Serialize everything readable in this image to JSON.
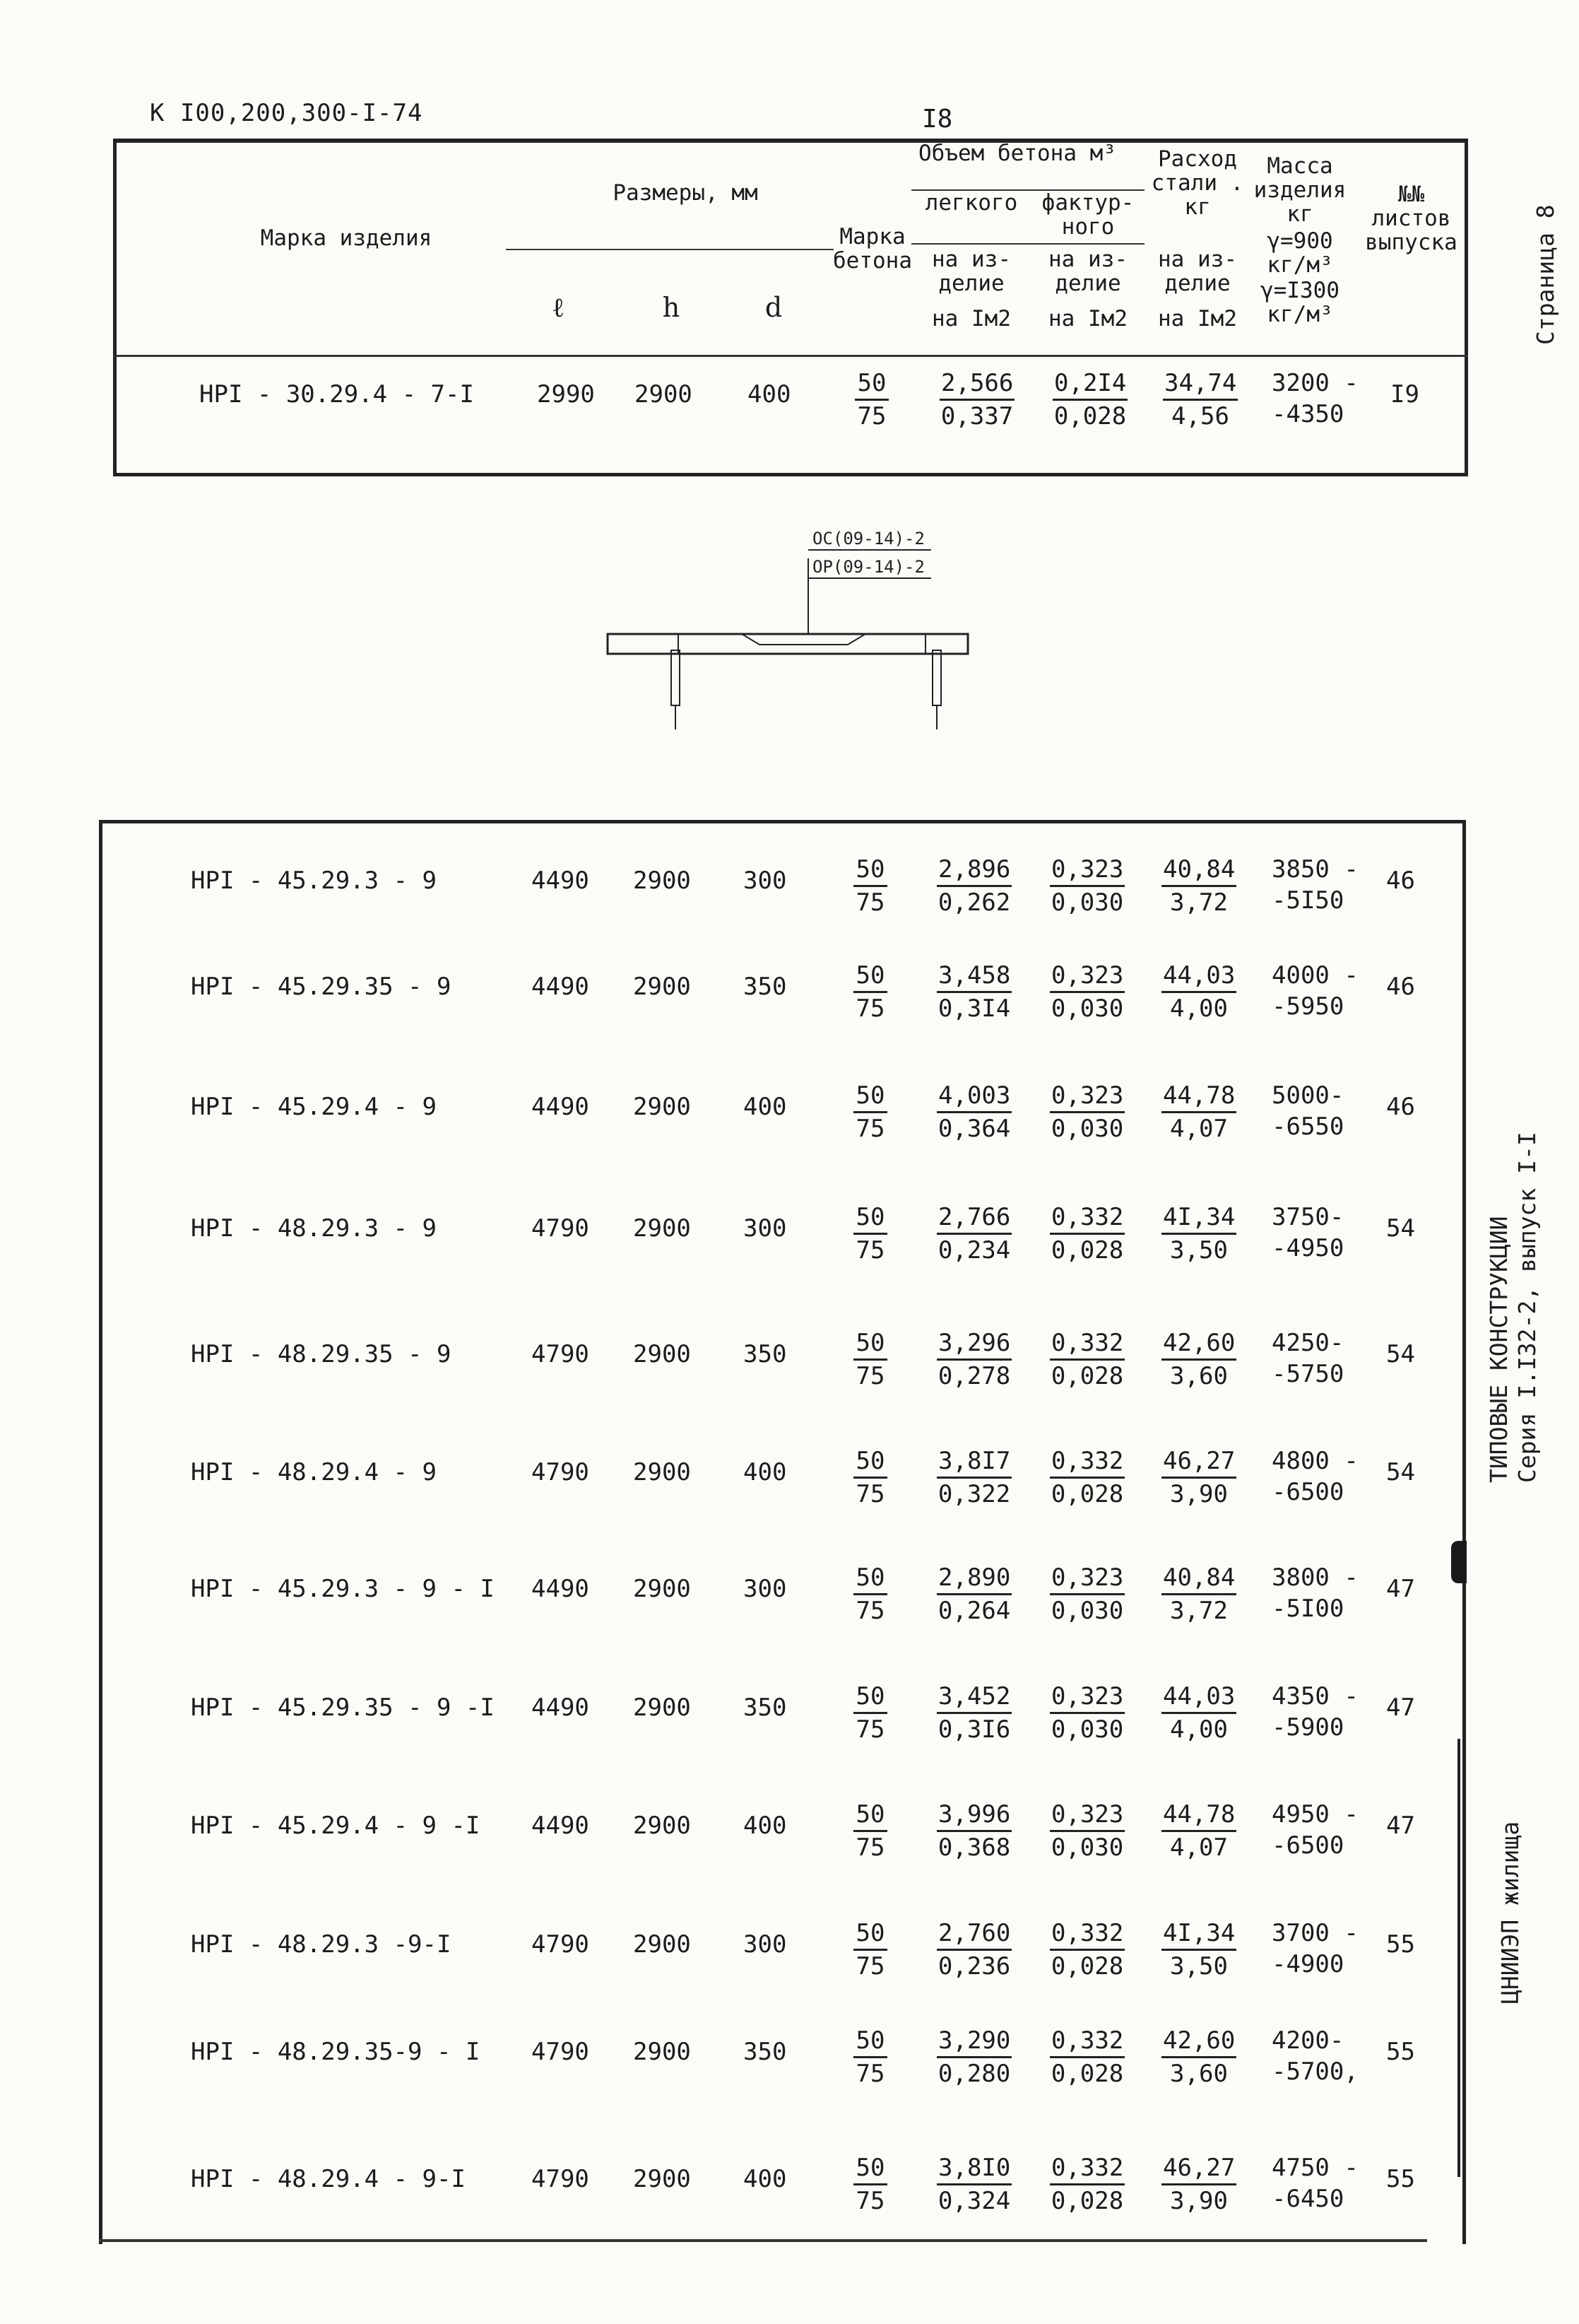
{
  "header": {
    "doc_code": "К I00,200,300-I-74",
    "page_number": "I8"
  },
  "table_head": {
    "mark": "Марка изделия",
    "dimensions": "Размеры, мм",
    "dim_l": "ℓ",
    "dim_h": "h",
    "dim_d": "d",
    "concrete_grade": "Марка бетона",
    "volume": "Объем бетона м³",
    "light": "легкого",
    "facing": "фактур- ного",
    "steel": "Расход стали . кг",
    "mass": "Масса изделия кг",
    "mass_g1": "γ=900 кг/м³",
    "mass_g2": "γ=I300 кг/м³",
    "sheets": "№№ листов выпуска",
    "per_item_1": "на из- делие",
    "per_item_2": "на из- делие",
    "per_item_3": "на из- делие",
    "per_m2_1": "на Iм2",
    "per_m2_2": "на Iм2",
    "per_m2_3": "на Iм2"
  },
  "top_row": {
    "mark": "НРI - 30.29.4 - 7-I",
    "l": "2990",
    "h": "2900",
    "d": "400",
    "grade_top": "50",
    "grade_bot": "75",
    "light_top": "2,566",
    "light_bot": "0,337",
    "facing_top": "0,2I4",
    "facing_bot": "0,028",
    "steel_top": "34,74",
    "steel_bot": "4,56",
    "mass_top": "3200 -",
    "mass_bot": "-4350",
    "sheet": "I9"
  },
  "drawing": {
    "label1": "ОС(09-14)-2",
    "label2": "ОР(09-14)-2"
  },
  "rows": [
    {
      "mark": "НРI - 45.29.3 - 9",
      "l": "4490",
      "h": "2900",
      "d": "300",
      "grade_top": "50",
      "grade_bot": "75",
      "light_top": "2,896",
      "light_bot": "0,262",
      "facing_top": "0,323",
      "facing_bot": "0,030",
      "steel_top": "40,84",
      "steel_bot": "3,72",
      "mass_top": "3850 -",
      "mass_bot": "-5I50",
      "sheet": "46"
    },
    {
      "mark": "НРI - 45.29.35 - 9",
      "l": "4490",
      "h": "2900",
      "d": "350",
      "grade_top": "50",
      "grade_bot": "75",
      "light_top": "3,458",
      "light_bot": "0,3I4",
      "facing_top": "0,323",
      "facing_bot": "0,030",
      "steel_top": "44,03",
      "steel_bot": "4,00",
      "mass_top": "4000 -",
      "mass_bot": "-5950",
      "sheet": "46"
    },
    {
      "mark": "НРI - 45.29.4 - 9",
      "l": "4490",
      "h": "2900",
      "d": "400",
      "grade_top": "50",
      "grade_bot": "75",
      "light_top": "4,003",
      "light_bot": "0,364",
      "facing_top": "0,323",
      "facing_bot": "0,030",
      "steel_top": "44,78",
      "steel_bot": "4,07",
      "mass_top": "5000-",
      "mass_bot": "-6550",
      "sheet": "46"
    },
    {
      "mark": "НРI - 48.29.3 - 9",
      "l": "4790",
      "h": "2900",
      "d": "300",
      "grade_top": "50",
      "grade_bot": "75",
      "light_top": "2,766",
      "light_bot": "0,234",
      "facing_top": "0,332",
      "facing_bot": "0,028",
      "steel_top": "4I,34",
      "steel_bot": "3,50",
      "mass_top": "3750-",
      "mass_bot": "-4950",
      "sheet": "54"
    },
    {
      "mark": "НРI - 48.29.35 - 9",
      "l": "4790",
      "h": "2900",
      "d": "350",
      "grade_top": "50",
      "grade_bot": "75",
      "light_top": "3,296",
      "light_bot": "0,278",
      "facing_top": "0,332",
      "facing_bot": "0,028",
      "steel_top": "42,60",
      "steel_bot": "3,60",
      "mass_top": "4250-",
      "mass_bot": "-5750",
      "sheet": "54"
    },
    {
      "mark": "НРI - 48.29.4 - 9",
      "l": "4790",
      "h": "2900",
      "d": "400",
      "grade_top": "50",
      "grade_bot": "75",
      "light_top": "3,8I7",
      "light_bot": "0,322",
      "facing_top": "0,332",
      "facing_bot": "0,028",
      "steel_top": "46,27",
      "steel_bot": "3,90",
      "mass_top": "4800 -",
      "mass_bot": "-6500",
      "sheet": "54"
    },
    {
      "mark": "НРI - 45.29.3 - 9 - I",
      "l": "4490",
      "h": "2900",
      "d": "300",
      "grade_top": "50",
      "grade_bot": "75",
      "light_top": "2,890",
      "light_bot": "0,264",
      "facing_top": "0,323",
      "facing_bot": "0,030",
      "steel_top": "40,84",
      "steel_bot": "3,72",
      "mass_top": "3800 -",
      "mass_bot": "-5I00",
      "sheet": "47"
    },
    {
      "mark": "НРI - 45.29.35 - 9 -I",
      "l": "4490",
      "h": "2900",
      "d": "350",
      "grade_top": "50",
      "grade_bot": "75",
      "light_top": "3,452",
      "light_bot": "0,3I6",
      "facing_top": "0,323",
      "facing_bot": "0,030",
      "steel_top": "44,03",
      "steel_bot": "4,00",
      "mass_top": "4350 -",
      "mass_bot": "-5900",
      "sheet": "47"
    },
    {
      "mark": "НРI - 45.29.4 - 9 -I",
      "l": "4490",
      "h": "2900",
      "d": "400",
      "grade_top": "50",
      "grade_bot": "75",
      "light_top": "3,996",
      "light_bot": "0,368",
      "facing_top": "0,323",
      "facing_bot": "0,030",
      "steel_top": "44,78",
      "steel_bot": "4,07",
      "mass_top": "4950 -",
      "mass_bot": "-6500",
      "sheet": "47"
    },
    {
      "mark": "НРI - 48.29.3 -9-I",
      "l": "4790",
      "h": "2900",
      "d": "300",
      "grade_top": "50",
      "grade_bot": "75",
      "light_top": "2,760",
      "light_bot": "0,236",
      "facing_top": "0,332",
      "facing_bot": "0,028",
      "steel_top": "4I,34",
      "steel_bot": "3,50",
      "mass_top": "3700 -",
      "mass_bot": "-4900",
      "sheet": "55"
    },
    {
      "mark": "НРI - 48.29.35-9 - I",
      "l": "4790",
      "h": "2900",
      "d": "350",
      "grade_top": "50",
      "grade_bot": "75",
      "light_top": "3,290",
      "light_bot": "0,280",
      "facing_top": "0,332",
      "facing_bot": "0,028",
      "steel_top": "42,60",
      "steel_bot": "3,60",
      "mass_top": "4200-",
      "mass_bot": "-5700,",
      "sheet": "55"
    },
    {
      "mark": "НРI - 48.29.4 - 9-I",
      "l": "4790",
      "h": "2900",
      "d": "400",
      "grade_top": "50",
      "grade_bot": "75",
      "light_top": "3,8I0",
      "light_bot": "0,324",
      "facing_top": "0,332",
      "facing_bot": "0,028",
      "steel_top": "46,27",
      "steel_bot": "3,90",
      "mass_top": "4750 -",
      "mass_bot": "-6450",
      "sheet": "55"
    }
  ],
  "sidebar": {
    "page_label": "Страница 8",
    "series_line1": "ТИПОВЫЕ КОНСТРУКЦИИ",
    "series_line2": "Серия I.I32-2, выпуск I-I",
    "org": "ЦНИИЭП жилища"
  }
}
